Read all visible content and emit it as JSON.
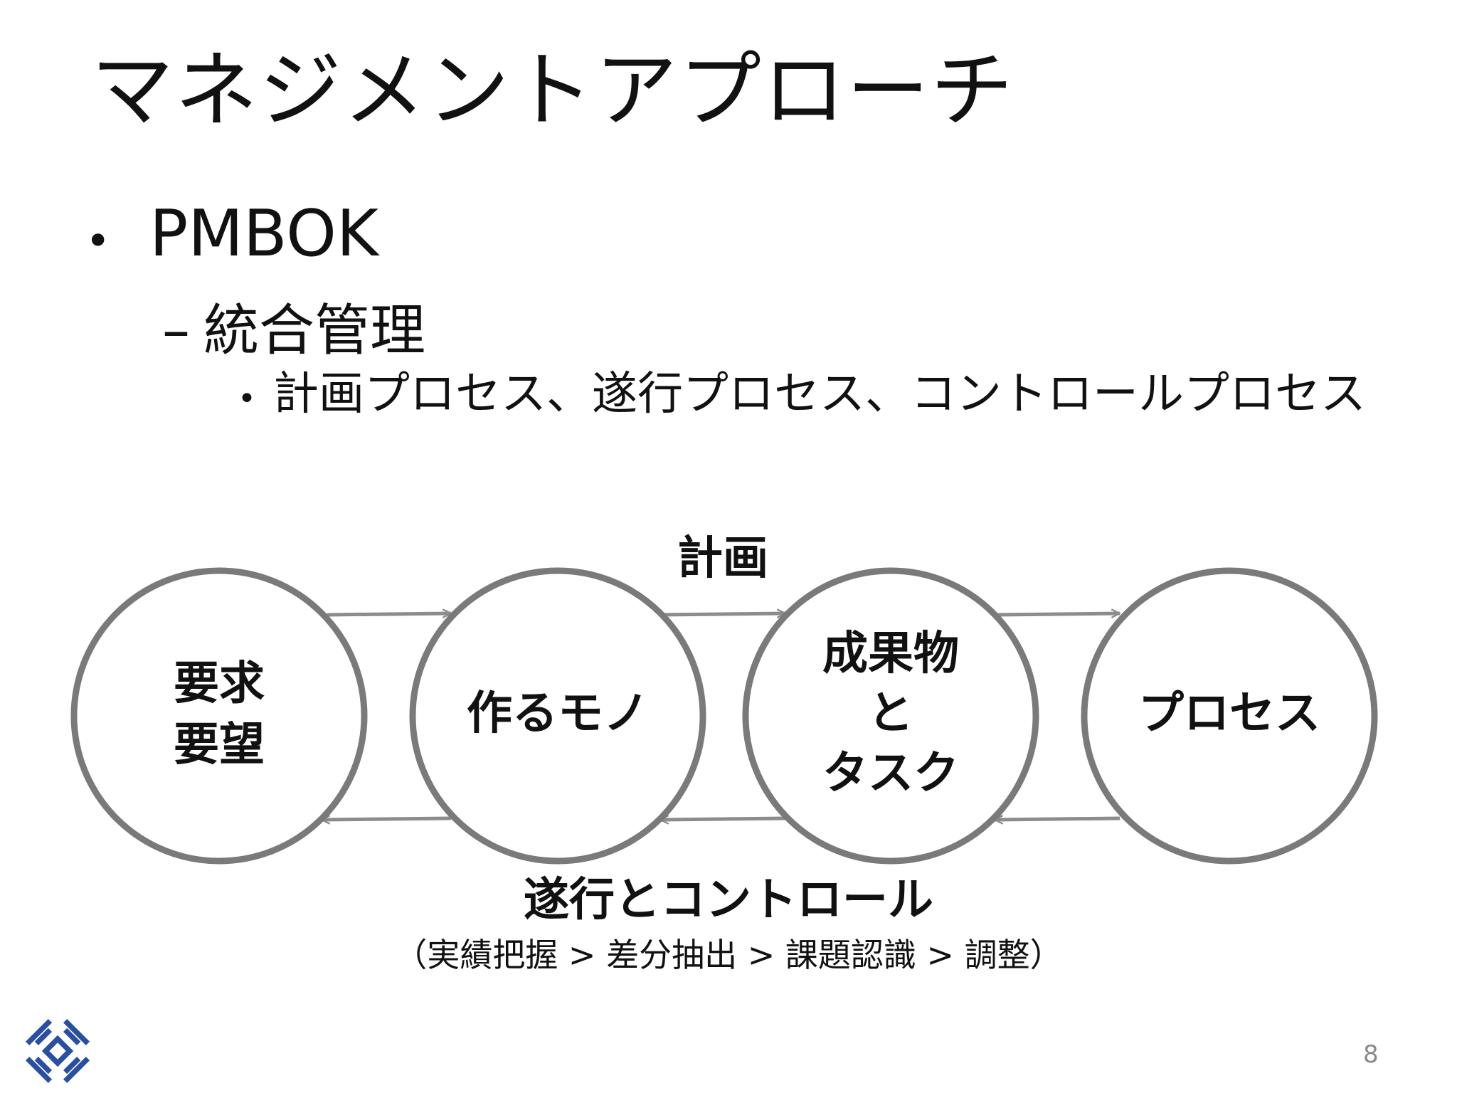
{
  "slide": {
    "title": "マネジメントアプローチ",
    "bullets": {
      "level1": {
        "mark": "•",
        "text": "PMBOK"
      },
      "level2": {
        "mark": "–",
        "text": "統合管理"
      },
      "level3": {
        "mark": "•",
        "text": "計画プロセス、遂行プロセス、コントロールプロセス"
      }
    },
    "page_number": "8"
  },
  "diagram": {
    "top_label": "計画",
    "bottom_label": "遂行とコントロール",
    "bottom_caption": "（実績把握 > 差分抽出 > 課題認識 > 調整）",
    "nodes": [
      {
        "lines": [
          "要求",
          "要望"
        ]
      },
      {
        "lines": [
          "作るモノ"
        ]
      },
      {
        "lines": [
          "成果物",
          "と",
          "タスク"
        ]
      },
      {
        "lines": [
          "プロセス"
        ]
      }
    ]
  },
  "colors": {
    "circle_stroke": "#7a7a7a",
    "arrow": "#8c8c8c",
    "logo_blue": "#2a4f9e"
  }
}
